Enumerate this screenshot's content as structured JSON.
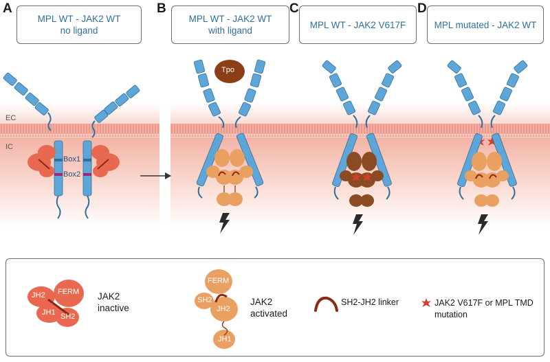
{
  "panels": [
    {
      "letter": "A",
      "title_line1": "MPL WT - JAK2 WT",
      "title_line2": "no ligand"
    },
    {
      "letter": "B",
      "title_line1": "MPL WT - JAK2 WT",
      "title_line2": "with ligand"
    },
    {
      "letter": "C",
      "title_line1": "MPL WT - JAK2 V617F",
      "title_line2": ""
    },
    {
      "letter": "D",
      "title_line1": "MPL mutated - JAK2 WT",
      "title_line2": ""
    }
  ],
  "membrane": {
    "ec_label": "EC",
    "ic_label": "IC",
    "box1_label": "Box1",
    "box2_label": "Box2"
  },
  "ligand_label": "Tpo",
  "legend": {
    "inactive": {
      "title_line1": "JAK2",
      "title_line2": "inactive",
      "jh2": "JH2",
      "ferm": "FERM",
      "jh1": "JH1",
      "sh2": "SH2"
    },
    "activated": {
      "title_line1": "JAK2",
      "title_line2": "activated",
      "ferm": "FERM",
      "sh2": "SH2",
      "jh2": "JH2",
      "jh1": "JH1"
    },
    "linker": "SH2-JH2 linker",
    "mutation_line1": "JAK2 V617F or MPL TMD",
    "mutation_line2": "mutation"
  },
  "colors": {
    "receptor": "#5fa6d8",
    "receptor_dark": "#2f6f9a",
    "jak_inactive": "#e8694f",
    "jak_active": "#e9a060",
    "jak_mutant": "#8a4a22",
    "tpo": "#8b3e17",
    "box2": "#a0267a",
    "linker": "#8a2a14",
    "mutation_star": "#d0402a",
    "cytoplasm": "#f6c8be"
  }
}
